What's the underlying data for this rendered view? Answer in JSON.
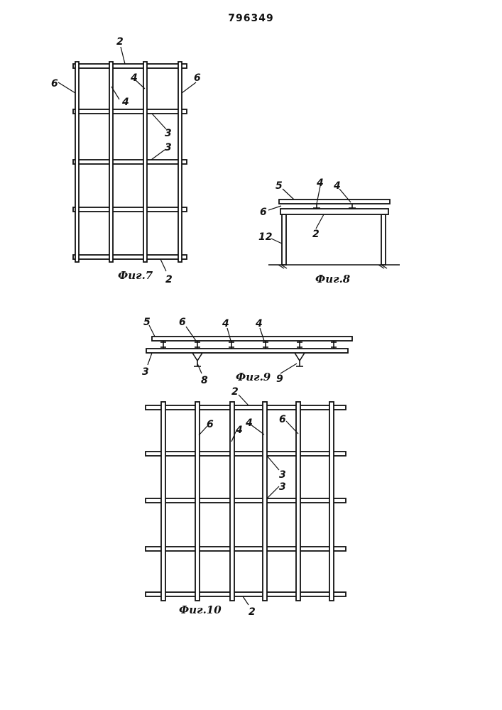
{
  "document": {
    "number": "796349"
  },
  "figures": {
    "fig7": {
      "caption": "Фиг.7",
      "labels": {
        "top": "2",
        "bottom": "2",
        "left": "6",
        "right": "6",
        "p4a": "4",
        "p4b": "4",
        "p3a": "3",
        "p3b": "3"
      }
    },
    "fig8": {
      "caption": "Фиг.8",
      "labels": {
        "l5": "5",
        "l4a": "4",
        "l4b": "4",
        "l6": "6",
        "l2": "2",
        "l12": "12"
      }
    },
    "fig9": {
      "caption": "Фиг.9",
      "labels": {
        "l5": "5",
        "l6": "6",
        "l4a": "4",
        "l4b": "4",
        "l3": "3",
        "l8": "8",
        "l9": "9"
      }
    },
    "fig10": {
      "caption": "Фиг.10",
      "labels": {
        "top": "2",
        "bottom": "2",
        "l6a": "6",
        "l6b": "6",
        "l4a": "4",
        "l4b": "4",
        "l3a": "3",
        "l3b": "3"
      }
    }
  }
}
